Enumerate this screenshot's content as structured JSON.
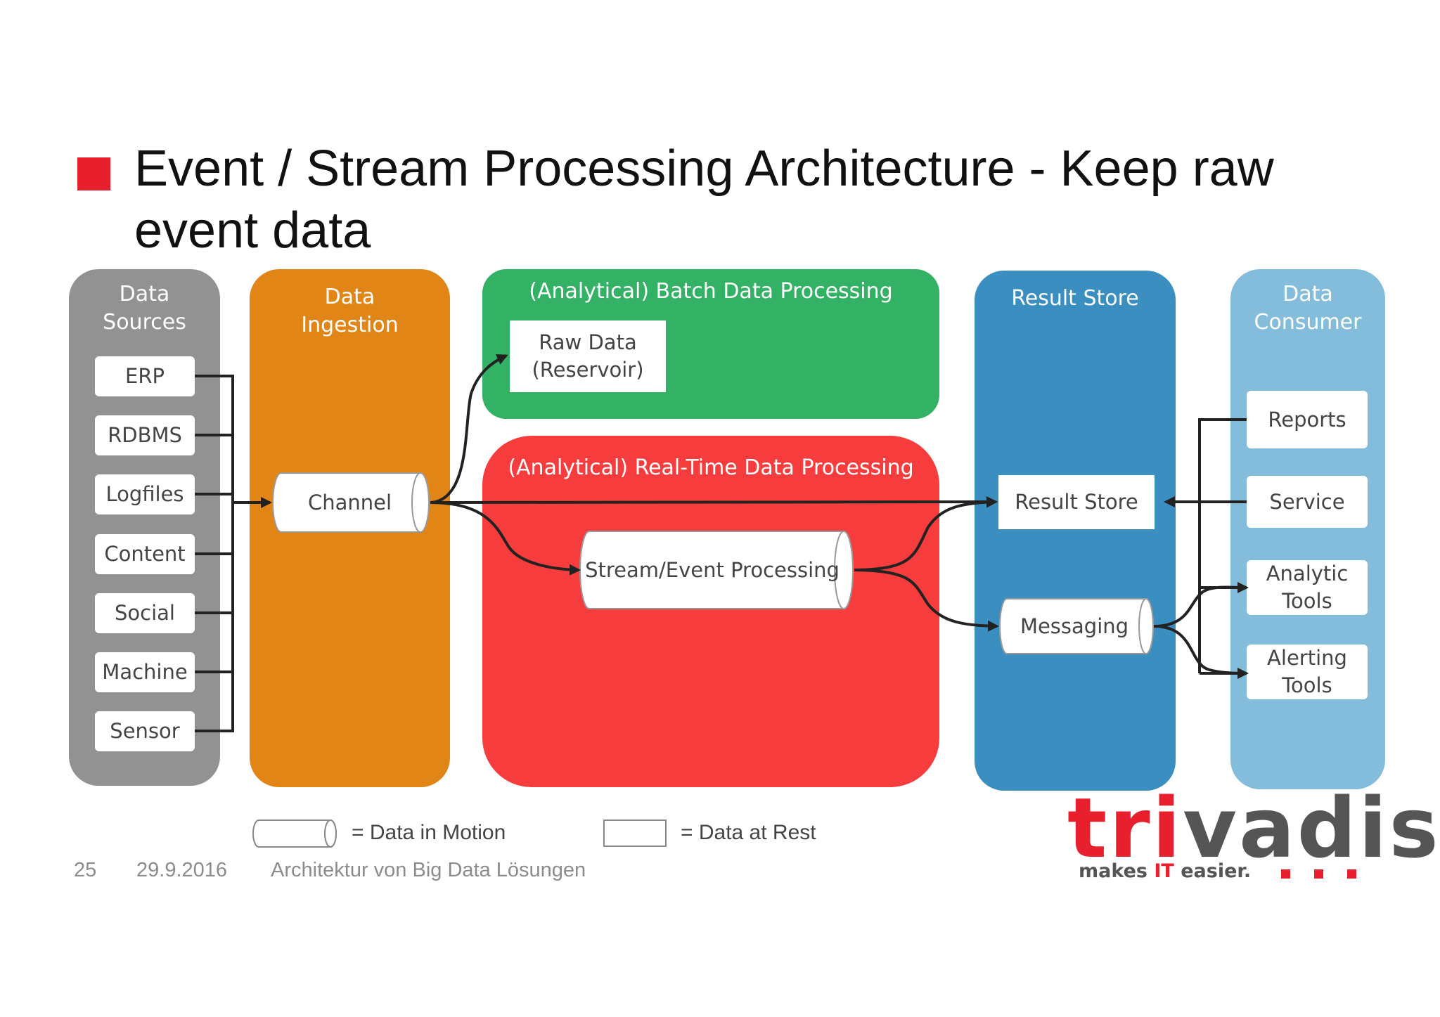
{
  "title": "Event / Stream Processing Architecture  - Keep raw event data",
  "lanes": {
    "data_sources": {
      "line1": "Data",
      "line2": "Sources",
      "color": "#929292"
    },
    "data_ingestion": {
      "line1": "Data",
      "line2": "Ingestion",
      "color": "#e08516"
    },
    "batch": {
      "title": "(Analytical) Batch Data Processing",
      "color": "#33b165"
    },
    "realtime": {
      "title": "(Analytical) Real-Time Data Processing",
      "color": "#f63c3c"
    },
    "result_store": {
      "title": "Result Store",
      "color": "#3a8fc0"
    },
    "data_consumer": {
      "line1": "Data",
      "line2": "Consumer",
      "color": "#84bddc"
    }
  },
  "sources": [
    "ERP",
    "RDBMS",
    "Logfiles",
    "Content",
    "Social",
    "Machine",
    "Sensor"
  ],
  "nodes": {
    "channel": "Channel",
    "raw_data_line1": "Raw Data",
    "raw_data_line2": "(Reservoir)",
    "stream_processing": "Stream/Event Processing",
    "result_store": "Result Store",
    "messaging": "Messaging"
  },
  "consumers": {
    "reports": "Reports",
    "service": "Service",
    "analytic_line1": "Analytic",
    "analytic_line2": "Tools",
    "alerting_line1": "Alerting",
    "alerting_line2": "Tools"
  },
  "legend": {
    "motion": "= Data in Motion",
    "rest": "= Data at Rest"
  },
  "footer": {
    "page": "25",
    "date": "29.9.2016",
    "subject": "Architektur von Big Data Lösungen"
  },
  "logo": {
    "word_red": "tri",
    "word_grey": "vadis",
    "tag_pre": "makes ",
    "tag_red": "IT",
    "tag_post": " easier."
  },
  "colors": {
    "accent": "#e8202e",
    "arrow": "#222222"
  }
}
